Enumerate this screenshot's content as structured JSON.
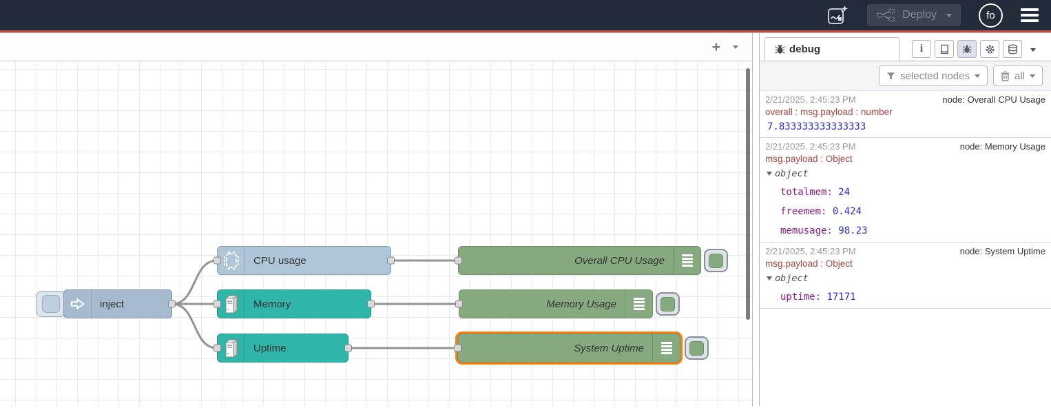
{
  "header": {
    "deploy_label": "Deploy",
    "avatar_text": "fo"
  },
  "canvas": {
    "add_flow_label": "+"
  },
  "nodes": {
    "inject": "inject",
    "cpu": "CPU usage",
    "memory": "Memory",
    "uptime": "Uptime",
    "debug_cpu": "Overall CPU Usage",
    "debug_memory": "Memory Usage",
    "debug_uptime": "System Uptime"
  },
  "sidebar": {
    "tab_label": "debug",
    "filter_button": "selected nodes",
    "clear_button": "all",
    "messages": [
      {
        "timestamp": "2/21/2025, 2:45:23 PM",
        "node": "node: Overall CPU Usage",
        "property": "overall : msg.payload : number",
        "value": "7.833333333333333"
      },
      {
        "timestamp": "2/21/2025, 2:45:23 PM",
        "node": "node: Memory Usage",
        "property": "msg.payload : Object",
        "object_label": "object",
        "fields": [
          {
            "key": "totalmem:",
            "value": "24"
          },
          {
            "key": "freemem:",
            "value": "0.424"
          },
          {
            "key": "memusage:",
            "value": "98.23"
          }
        ]
      },
      {
        "timestamp": "2/21/2025, 2:45:23 PM",
        "node": "node: System Uptime",
        "property": "msg.payload : Object",
        "object_label": "object",
        "fields": [
          {
            "key": "uptime:",
            "value": "17171"
          }
        ]
      }
    ]
  },
  "colors": {
    "header_bg": "#212b39",
    "header_accent_red": "#c94b44",
    "inject_node": "#a6bbcf",
    "cpu_node": "#aec6d8",
    "system_node": "#30b5a9",
    "debug_node": "#87a980",
    "selection_orange": "#ff7f0e",
    "wire": "#949494",
    "debug_value_blue": "#2c2cd4",
    "debug_property_red": "#a94442",
    "debug_key_purple": "#8c1a8c"
  }
}
